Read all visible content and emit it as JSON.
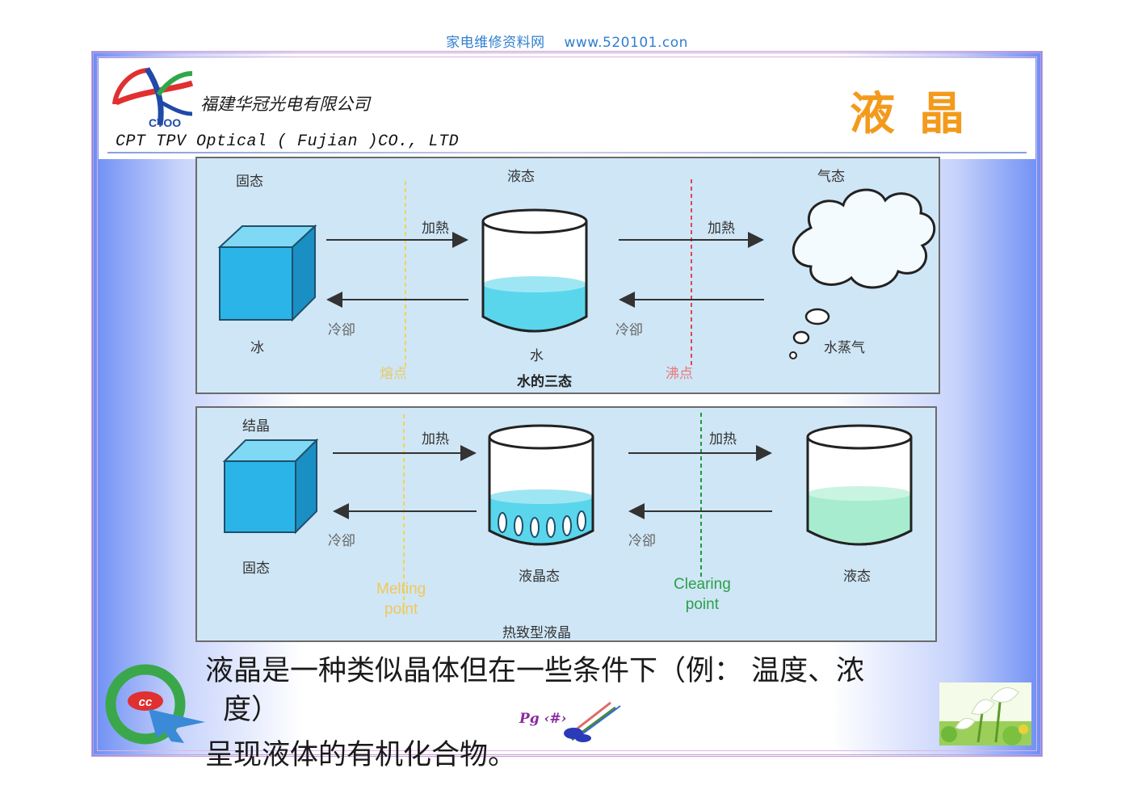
{
  "watermark": {
    "site_name": "家电维修资料网",
    "url": "www.520101.con"
  },
  "header": {
    "company_cn": "福建华冠光电有限公司",
    "company_en": "CPT TPV Optical ( Fujian )CO., LTD",
    "logo_text": "CTOO",
    "title": "液晶"
  },
  "diagram_top": {
    "labels": {
      "solid": "固态",
      "liquid": "液态",
      "gas": "气态",
      "heat_1": "加熱",
      "heat_2": "加熱",
      "cool_1": "冷卻",
      "cool_2": "冷卻",
      "ice": "冰",
      "water": "水",
      "vapor": "水蒸气",
      "melting_point": "熔点",
      "boiling_point": "沸点",
      "caption": "水的三态"
    }
  },
  "diagram_bottom": {
    "labels": {
      "crystal": "结晶",
      "solid": "固态",
      "heat_1": "加热",
      "heat_2": "加热",
      "cool_1": "冷卻",
      "cool_2": "冷卻",
      "lc_state": "液晶态",
      "liquid": "液态",
      "melting_point": "Melting\npoint",
      "clearing_point": "Clearing\npoint",
      "caption": "热致型液晶"
    }
  },
  "body": {
    "line1": "液晶是一种类似晶体但在一些条件下（例：  温度、浓",
    "line2": "度）",
    "line3": "呈现液体的有机化合物。"
  },
  "footer": {
    "page_label": "Pg ‹#›",
    "logo_text": "cc"
  },
  "colors": {
    "title_orange": "#f39a1c",
    "panel_bg": "#cfe6f6",
    "cube_blue": "#2ab4e8",
    "water_blue": "#59d6ec",
    "liquid_green": "#a8ecd0",
    "melting_line": "#f2d54a",
    "boiling_line": "#e04848",
    "clearing_line": "#1f9a3a"
  }
}
